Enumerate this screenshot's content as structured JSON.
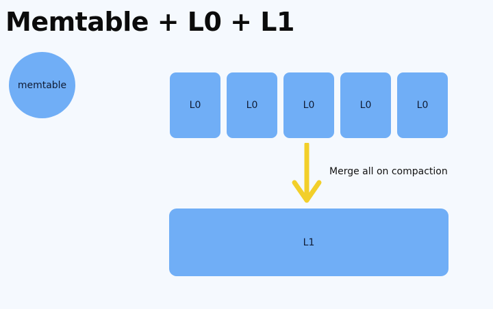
{
  "title": "Memtable + L0 + L1",
  "memtable": {
    "label": "memtable"
  },
  "l0_blocks": [
    {
      "label": "L0"
    },
    {
      "label": "L0"
    },
    {
      "label": "L0"
    },
    {
      "label": "L0"
    },
    {
      "label": "L0"
    }
  ],
  "arrow": {
    "label": "Merge all on compaction",
    "icon": "arrow-down-icon",
    "color": "#f2cf2a"
  },
  "l1": {
    "label": "L1"
  },
  "colors": {
    "background": "#f5f9fe",
    "block": "#70aef6",
    "title": "#0b0b0b"
  }
}
